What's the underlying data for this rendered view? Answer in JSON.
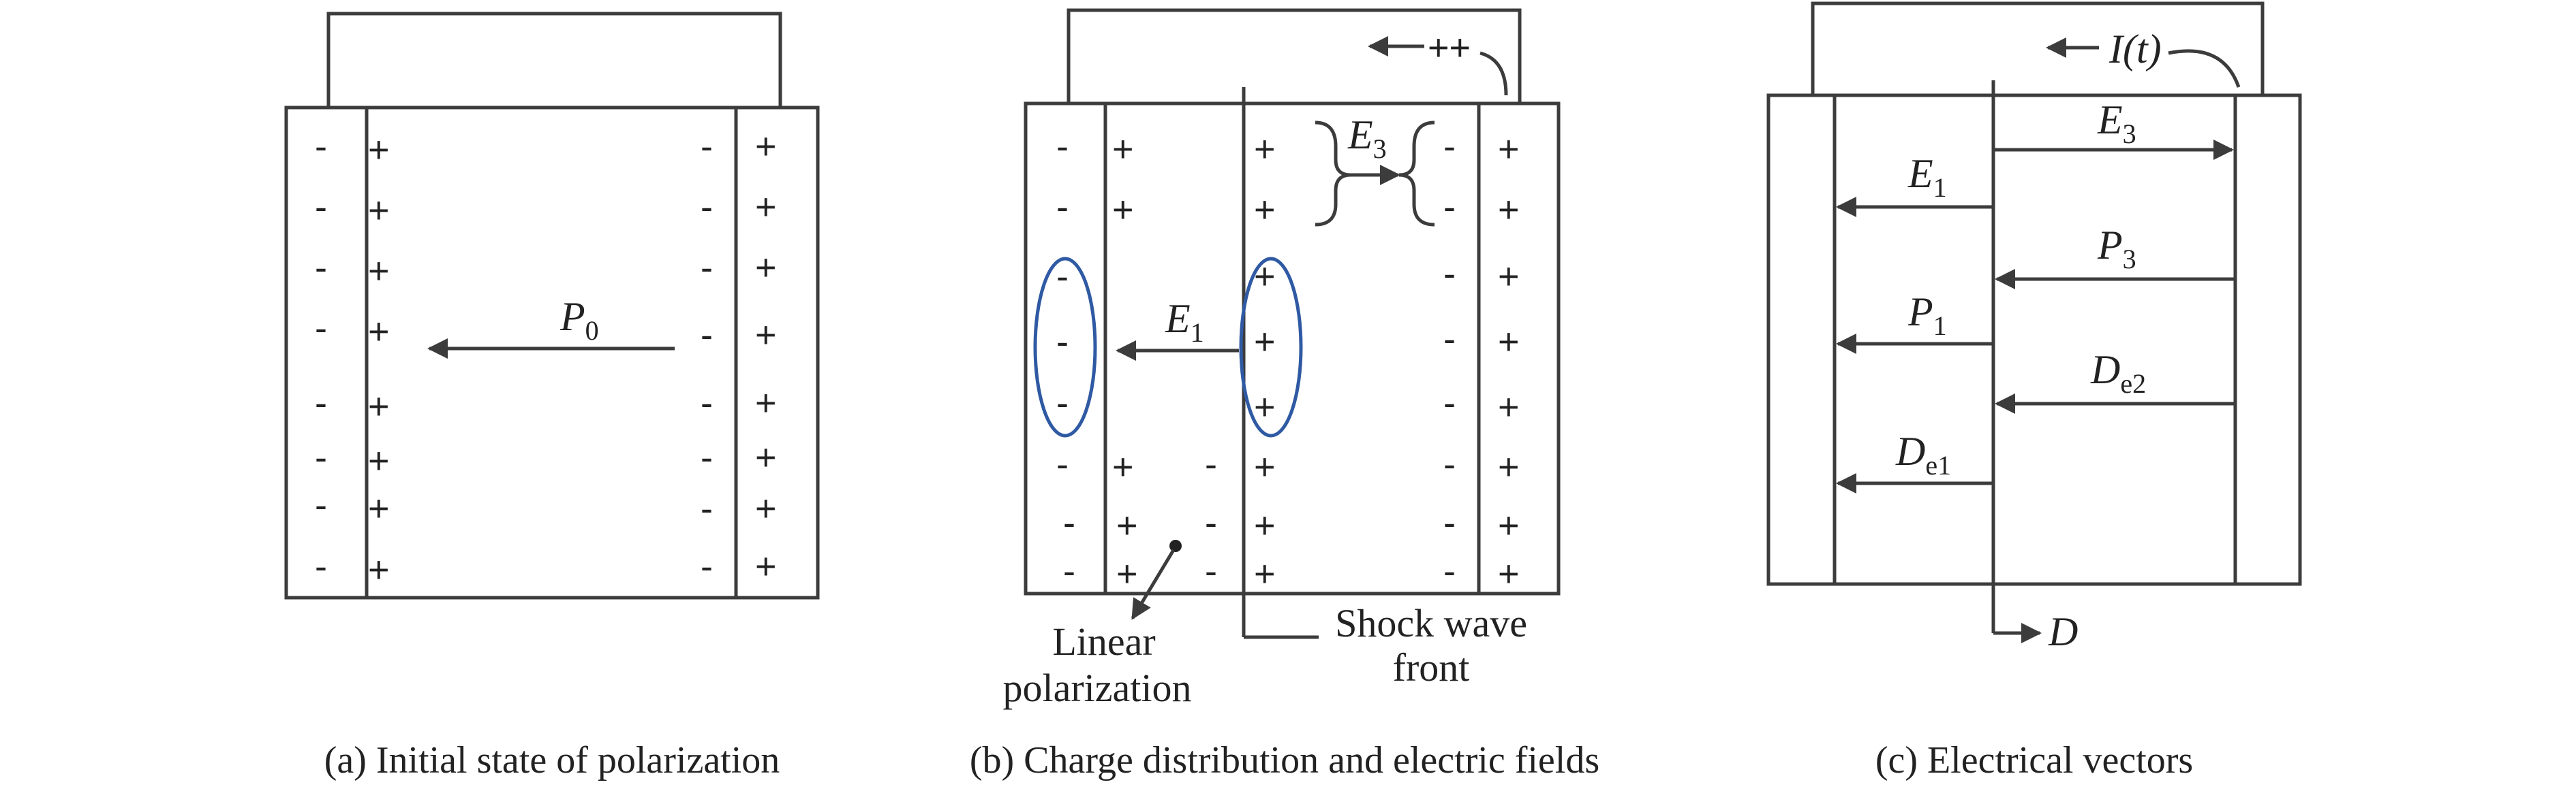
{
  "panel_a": {
    "caption": "(a) Initial state of polarization",
    "p0_label": "P",
    "p0_sub": "0"
  },
  "panel_b": {
    "caption": "(b) Charge distribution and electric fields",
    "current_label": "++",
    "e3_label": "E",
    "e3_sub": "3",
    "e1_label": "E",
    "e1_sub": "1",
    "linear_label_line1": "Linear",
    "linear_label_line2": "polarization",
    "shock_label_line1": "Shock wave",
    "shock_label_line2": "front"
  },
  "panel_c": {
    "caption": "(c) Electrical vectors",
    "current_label": "I(t)",
    "e3_label": "E",
    "e3_sub": "3",
    "e1_label": "E",
    "e1_sub": "1",
    "p3_label": "P",
    "p3_sub": "3",
    "p1_label": "P",
    "p1_sub": "1",
    "de2_label": "D",
    "de2_sub": "e2",
    "de1_label": "D",
    "de1_sub": "e1",
    "d_label": "D"
  },
  "colors": {
    "line": "#3c3c3c",
    "ellipse": "#2f5aa3"
  }
}
